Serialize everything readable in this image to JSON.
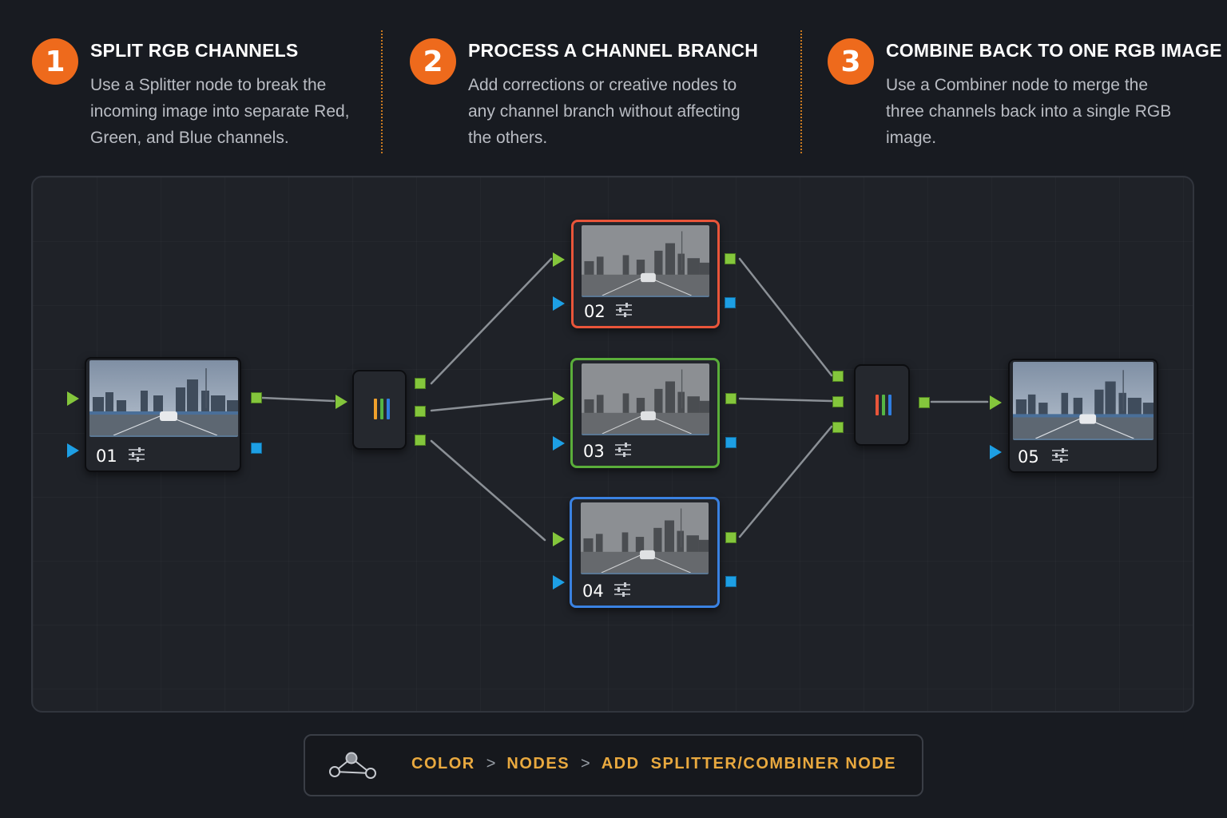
{
  "steps": [
    {
      "number": "1",
      "title": "SPLIT RGB CHANNELS",
      "description": "Use a Splitter node to break the incoming image into separate Red, Green, and Blue channels."
    },
    {
      "number": "2",
      "title": "PROCESS A CHANNEL BRANCH",
      "description": "Add corrections or creative nodes to any channel branch without affecting the others."
    },
    {
      "number": "3",
      "title": "COMBINE BACK TO ONE RGB IMAGE",
      "description": "Use a Combiner node to merge the three channels back into a single RGB image."
    }
  ],
  "nodes": {
    "n01": {
      "label": "01"
    },
    "n02": {
      "label": "02",
      "outline": "#e9553a"
    },
    "n03": {
      "label": "03",
      "outline": "#5aae3a"
    },
    "n04": {
      "label": "04",
      "outline": "#3a82e2"
    },
    "n05": {
      "label": "05"
    }
  },
  "colors": {
    "accent": "#ee6a1c",
    "breadcrumb_text": "#e9a93f",
    "rgb_output_port": "#84c63c",
    "key_output_port": "#1d9fe4"
  },
  "icons": {
    "node_tool": "sliders-icon",
    "splitter": "rgb-bars-icon",
    "combiner": "rgb-bars-icon",
    "breadcrumb": "node-graph-icon"
  },
  "breadcrumb": {
    "item1": "COLOR",
    "item2": "NODES",
    "item3": "ADD  SPLITTER/COMBINER NODE",
    "separator": ">"
  }
}
